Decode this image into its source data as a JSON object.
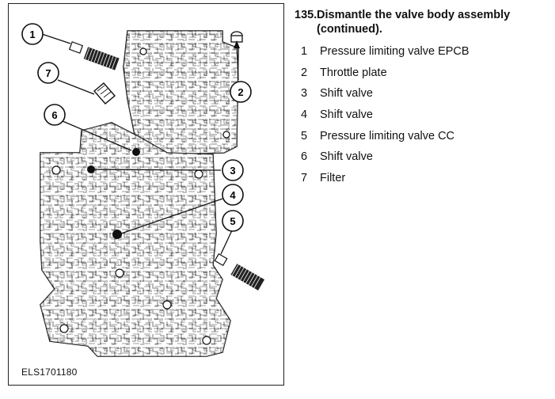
{
  "figure": {
    "id": "ELS1701180",
    "callouts": [
      "1",
      "2",
      "3",
      "4",
      "5",
      "6",
      "7"
    ]
  },
  "step": {
    "number": "135.",
    "title": "Dismantle the valve body assembly (continued)."
  },
  "parts": [
    {
      "n": "1",
      "label": "Pressure limiting valve EPCB"
    },
    {
      "n": "2",
      "label": "Throttle plate"
    },
    {
      "n": "3",
      "label": "Shift valve"
    },
    {
      "n": "4",
      "label": "Shift valve"
    },
    {
      "n": "5",
      "label": "Pressure limiting valve CC"
    },
    {
      "n": "6",
      "label": "Shift valve"
    },
    {
      "n": "7",
      "label": "Filter"
    }
  ]
}
